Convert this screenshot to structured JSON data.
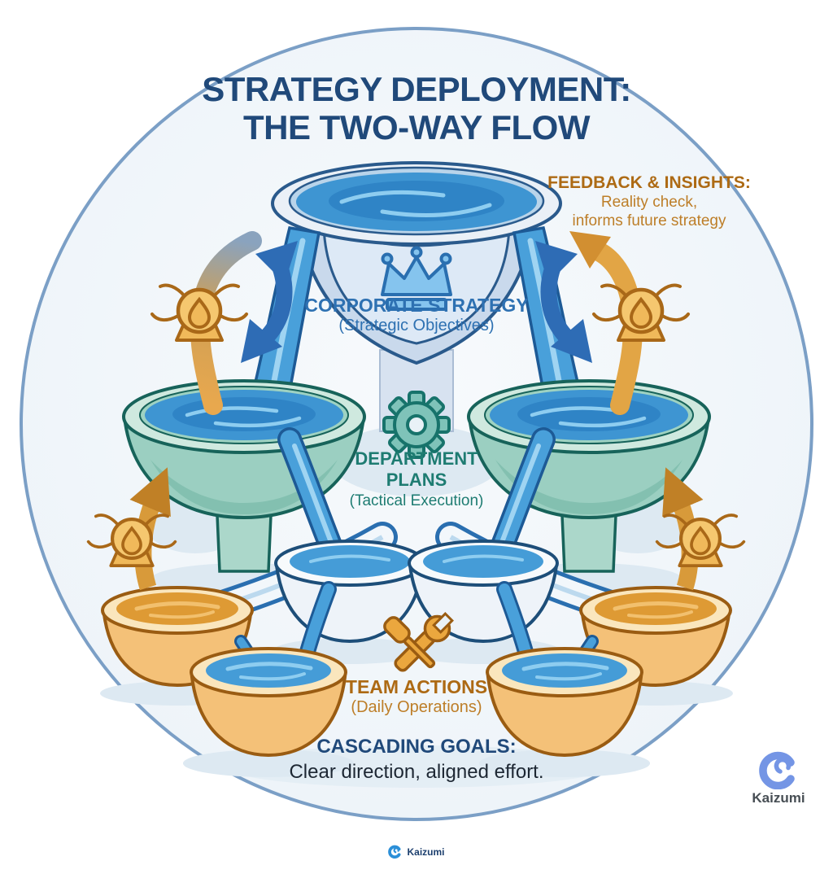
{
  "title": {
    "line1": "STRATEGY DEPLOYMENT:",
    "line2": "THE TWO-WAY FLOW"
  },
  "feedback_callout": {
    "heading": "FEEDBACK & INSIGHTS:",
    "line1": "Reality check,",
    "line2": "informs future strategy"
  },
  "levels": {
    "corporate": {
      "icon": "crown-icon",
      "label": "CORPORATE STRATEGY",
      "sublabel": "(Strategic Objectives)"
    },
    "department": {
      "icon": "gear-icon",
      "label": "DEPARTMENT PLANS",
      "sublabel": "(Tactical Execution)"
    },
    "team": {
      "icon": "tools-icon",
      "label": "TEAM ACTIONS",
      "sublabel": "(Daily Operations)"
    }
  },
  "footer_callout": {
    "heading": "CASCADING GOALS:",
    "line": "Clear direction, aligned effort."
  },
  "branding": {
    "corner_logo": "Kaizumi",
    "bottom_logo": "Kaizumi"
  },
  "icons": {
    "corporate": "crown-icon",
    "department": "gear-icon",
    "team": "tools-icon",
    "feedback_marker": "droplet-badge-icon",
    "two_way_flow": "two-way-arrow-icon",
    "feedback_up": "feedback-up-arrow-icon",
    "logo": "wave-logo-icon"
  },
  "colors": {
    "title_navy": "#20497a",
    "corporate_blue": "#2e71b2",
    "department_teal": "#1e7c72",
    "team_orange": "#ad6a14",
    "feedback_orange": "#bd7e28",
    "water_blue": "#3e95d2",
    "water_outline": "#1d5a96",
    "bowl_teal": "#9bcfc1",
    "bowl_orange": "#f4c178",
    "orange_liquid": "#de9a34",
    "arrow_blue": "#2e6cb5",
    "arrow_orange": "#d89a3a",
    "circle_border": "#7b9fc6",
    "circle_fill": "#edf3f8"
  }
}
